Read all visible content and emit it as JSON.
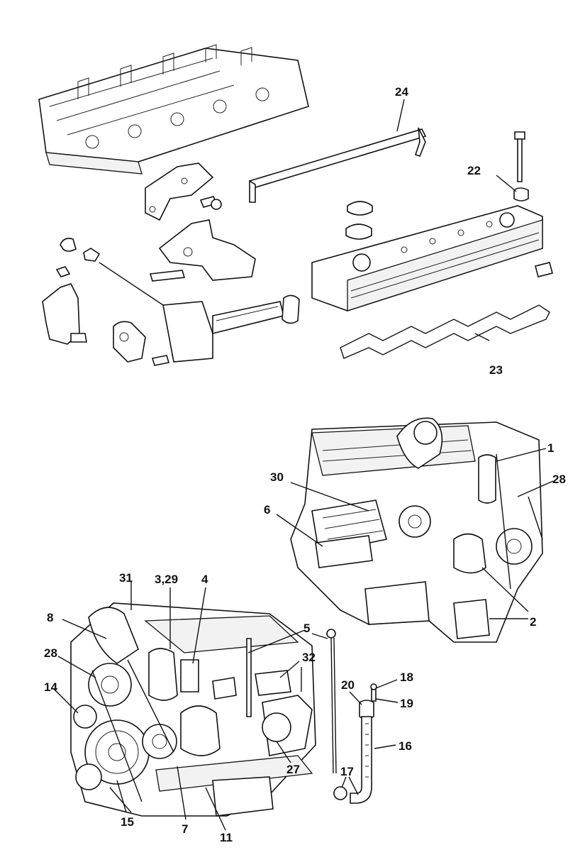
{
  "labels": {
    "l1": "1",
    "l2": "2",
    "l3_29": "3,29",
    "l4": "4",
    "l5": "5",
    "l6": "6",
    "l7": "7",
    "l8": "8",
    "l11": "11",
    "l14": "14",
    "l15": "15",
    "l16": "16",
    "l17": "17",
    "l18": "18",
    "l19": "19",
    "l20": "20",
    "l22": "22",
    "l23": "23",
    "l24": "24",
    "l27": "27",
    "l28a": "28",
    "l28b": "28",
    "l30": "30",
    "l31": "31",
    "l32": "32"
  }
}
